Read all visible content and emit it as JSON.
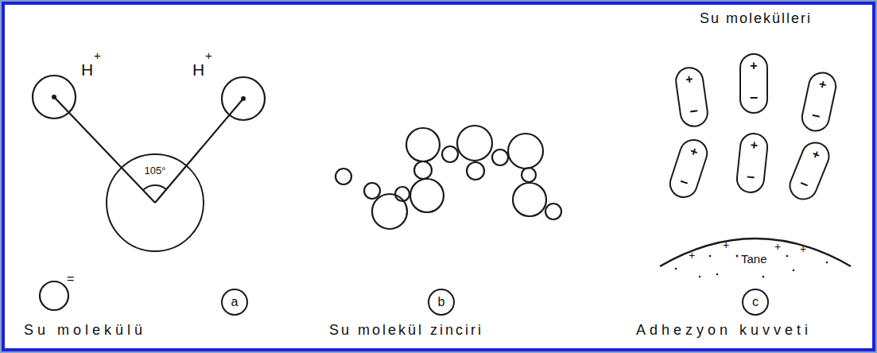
{
  "diagram": {
    "nodes": [
      {
        "text": [
          "105°"
        ]
      },
      {
        "text": [
          "a"
        ]
      },
      {
        "text": [
          "b"
        ]
      },
      {
        "text": [
          "+",
          "−"
        ]
      },
      {
        "text": [
          "+",
          "−"
        ]
      },
      {
        "text": [
          "+",
          "−"
        ]
      },
      {
        "text": [
          "+",
          "−"
        ]
      },
      {
        "text": [
          "+",
          "−"
        ]
      },
      {
        "text": [
          "+",
          "−"
        ]
      },
      {
        "text": [
          "c"
        ]
      }
    ],
    "labels": [
      "H",
      "+",
      "H",
      "+",
      "=",
      "Su molekülü",
      "Su molekül zinciri",
      "Su molekülleri",
      "+",
      "+",
      "+",
      "+",
      "Tane",
      "Adhezyon kuvveti"
    ]
  }
}
